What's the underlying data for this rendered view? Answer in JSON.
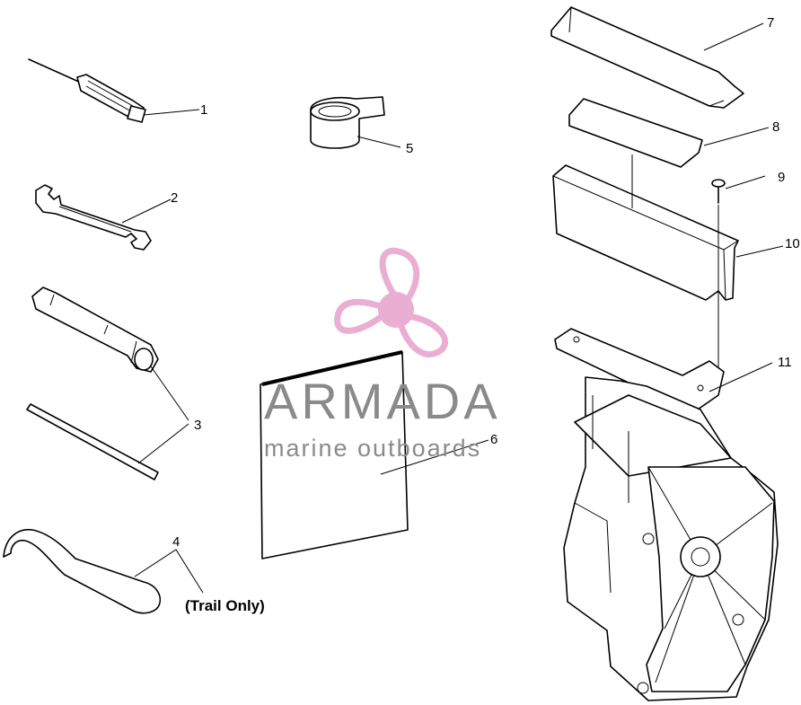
{
  "diagram": {
    "callouts": [
      "1",
      "2",
      "3",
      "4",
      "5",
      "6",
      "7",
      "8",
      "9",
      "10",
      "11"
    ],
    "note": "(Trail Only)"
  },
  "watermark": {
    "brand": "ARMADA",
    "tagline": "marine outboards",
    "logo": "propeller-logo",
    "color": "#e8a6cf"
  }
}
